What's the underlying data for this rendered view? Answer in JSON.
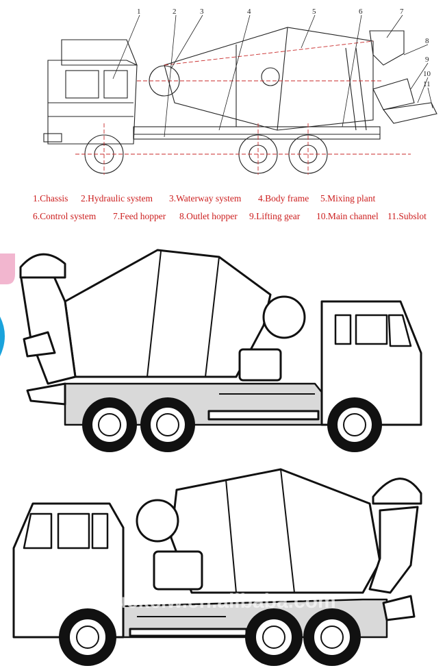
{
  "callouts": [
    "1",
    "2",
    "3",
    "4",
    "5",
    "6",
    "7",
    "8",
    "9",
    "10",
    "11"
  ],
  "legend": [
    "1.Chassis",
    "2.Hydraulic system",
    "3.Waterway system",
    "4.Body frame",
    "5.Mixing plant",
    "6.Control system",
    "7.Feed hopper",
    "8.Outlet hopper",
    "9.Lifting gear",
    "10.Main channel",
    "11.Subslot"
  ],
  "watermark": "truckclw.en.alibaba.com",
  "colors": {
    "legend_text": "#cc1d1d",
    "red_lines": "#c82828",
    "chassis_fill": "#d9d9d9",
    "line": "#1a1a1a",
    "pink_tab": "#f2b6cf",
    "blue_tab": "#1aa3dc"
  }
}
